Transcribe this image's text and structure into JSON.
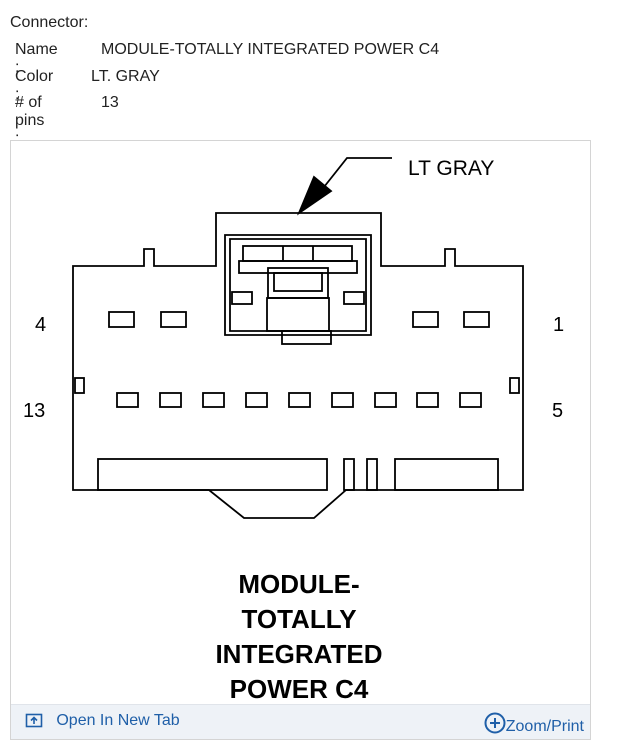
{
  "connector": {
    "heading": "Connector:",
    "name_label": "Name :",
    "name_value": "MODULE-TOTALLY INTEGRATED POWER C4",
    "color_label": "Color :",
    "color_value": "LT. GRAY",
    "pins_label": "# of pins :",
    "pins_value": "13"
  },
  "diagram": {
    "color_callout": "LT GRAY",
    "pin_labels": {
      "top_left": "4",
      "top_right": "1",
      "bottom_left": "13",
      "bottom_right": "5"
    },
    "caption_lines": [
      "MODULE-",
      "TOTALLY",
      "INTEGRATED",
      "POWER C4"
    ]
  },
  "footer": {
    "open_tab_label": "Open In New Tab",
    "zoom_label": "Zoom/Print",
    "open_tab_icon": "open-new-tab-icon",
    "zoom_icon": "zoom-plus-icon",
    "link_color": "#1f5fa8"
  }
}
